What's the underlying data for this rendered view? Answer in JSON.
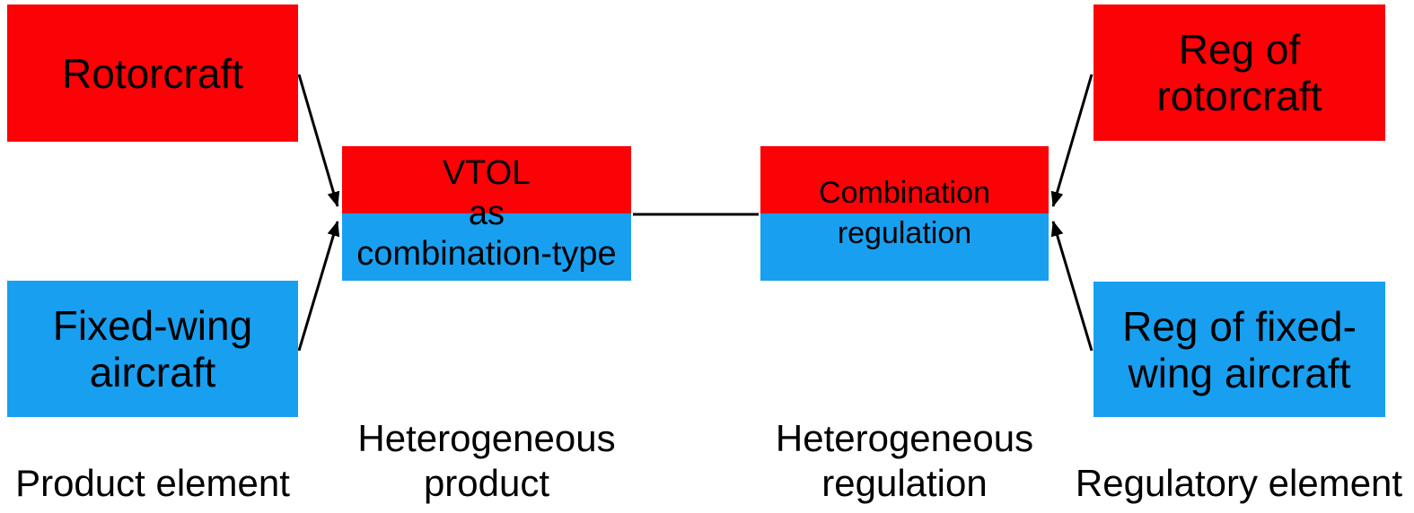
{
  "colors": {
    "red": "#FB0207",
    "blue": "#189FF0",
    "line": "#000000",
    "text": "#000000",
    "background": "#FFFFFF"
  },
  "boxes": {
    "rotorcraft": "Rotorcraft",
    "fixed_wing": "Fixed-wing\naircraft",
    "vtol": "VTOL\nas\ncombination-type",
    "combination": "Combination\nregulation",
    "reg_rotorcraft": "Reg of\nrotorcraft",
    "reg_fixed_wing": "Reg of fixed-\nwing aircraft"
  },
  "captions": {
    "product_element": "Product element",
    "heterogeneous_product": "Heterogeneous\nproduct",
    "heterogeneous_regulation": "Heterogeneous\nregulation",
    "regulatory_element": "Regulatory element"
  }
}
